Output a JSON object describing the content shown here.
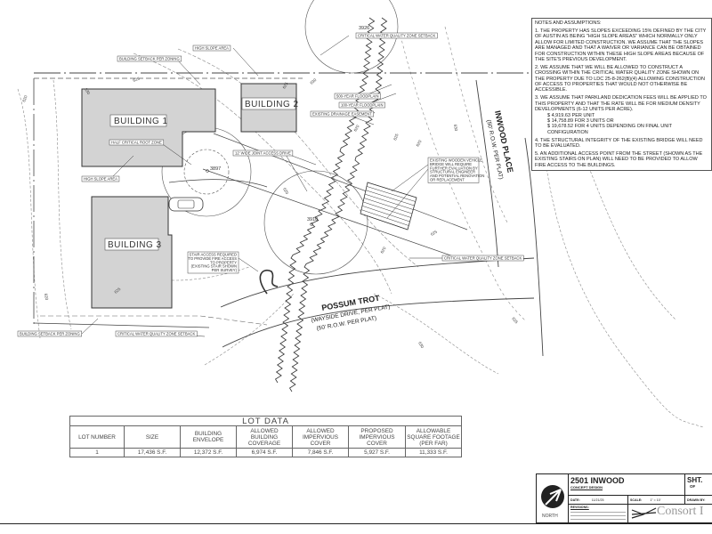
{
  "notes": {
    "title": "NOTES AND ASSUMPTIONS:",
    "items": [
      "1. THE PROPERTY HAS SLOPES EXCEEDING 15% DEFINED BY THE CITY OF AUSTIN AS BEING \"HIGH SLOPE AREAS\" WHICH NORMALLY ONLY ALLOW FOR LIMITED CONSTRUCTION. WE ASSUME THAT THE SLOPES ARE MANAGED AND THAT A WAIVER OR VARIANCE CAN BE OBTAINED FOR CONSTRUCTION WITHIN THESE HIGH SLOPE AREAS BECAUSE OF THE SITE'S PREVIOUS DEVELOPMENT.",
      "2. WE ASSUME THAT WE WILL BE ALLOWED TO CONSTRUCT A CROSSING WITHIN THE CRITICAL WATER QUALITY ZONE SHOWN ON THE PROPERTY DUE TO LDC 25-8-262(B)(4) ALLOWING CONSTRUCTION OF ACCESS TO PROPERTIES THAT WOULD NOT OTHERWISE BE ACCESSIBLE.",
      "3. WE ASSUME THAT PARKLAND DEDICATION FEES WILL BE APPLIED TO THIS PROPERTY AND THAT THE RATE WILL BE FOR MEDIUM DENSITY DEVELOPMENTS (6-12 UNITS PER ACRE).",
      "4. THE STRUCTURAL INTEGRITY OF THE EXISTING BRIDGE WILL NEED TO BE EVALUATED.",
      "5. AN ADDITIONAL ACCESS POINT FROM THE STREET (SHOWN AS THE EXISTING STAIRS ON PLAN) WILL NEED TO BE PROVIDED TO ALLOW FIRE ACCESS TO THE BUILDINGS."
    ],
    "fees": [
      "$ 4,919.63 PER UNIT",
      "$ 14,758.89 FOR 3 UNITS OR",
      "$ 19,678.52 FOR 4 UNITS DEPENDING ON FINAL UNIT CONFIGURATION"
    ]
  },
  "plan": {
    "buildings": [
      "BUILDING 1",
      "BUILDING 2",
      "BUILDING 3"
    ],
    "callouts": {
      "high_slope_top": "HIGH SLOPE AREA",
      "setback_top": "BUILDING SETBACK PER ZONING",
      "cwqz_top": "CRITICAL WATER QUALITY ZONE SETBACK",
      "floodplain_500": "500-YEAR FLOODPLAIN",
      "floodplain_100": "100-YEAR FLOODPLAIN",
      "drainage": "EXISTING DRAINAGE EASEMENT",
      "root_zone": "HALF CRITICAL ROOT ZONE",
      "access_drive": "12' WIDE JOINT ACCESS DRIVE",
      "high_slope_left": "HIGH SLOPE AREA",
      "bridge": [
        "EXISTING WOODEN VEHICLE",
        "BRIDGE WILL REQUIRE",
        "FURTHER EVALUATION BY",
        "STRUCTURAL ENGINEER",
        "AND POTENTIAL RENOVATION",
        "OR REPLACEMENT"
      ],
      "stair": [
        "STAIR ACCESS REQUIRED",
        "TO PROVIDE FIRE ACCESS",
        "TO PROPERTY",
        "(EXISTING STAIR SHOWN",
        "PER SURVEY)"
      ],
      "cwqz_right": "CRITICAL WATER QUALITY ZONE SETBACK",
      "setback_bottom": "BUILDING SETBACK PER ZONING",
      "cwqz_bottom": "CRITICAL WATER QUALITY ZONE SETBACK"
    },
    "trees": [
      "3926",
      "3897",
      "3910"
    ],
    "streets": {
      "inwood": "INWOOD PLACE",
      "inwood_row": "(50' R.O.W. PER PLAT)",
      "possum": "POSSUM TROT",
      "possum_alt": "(WAYSIDE DRIVE, PER PLAT)",
      "possum_row": "(50' R.O.W. PER PLAT)"
    },
    "elevations": [
      "630",
      "625",
      "620",
      "625",
      "630",
      "620",
      "625",
      "620",
      "630",
      "625",
      "620",
      "625",
      "620",
      "630",
      "625",
      "620"
    ]
  },
  "lot_data": {
    "title": "LOT DATA",
    "headers": [
      "LOT NUMBER",
      "SIZE",
      "BUILDING ENVELOPE",
      "ALLOWED BUILDING COVERAGE",
      "ALLOWED IMPERVIOUS COVER",
      "PROPOSED IMPERVIOUS COVER",
      "ALLOWABLE SQUARE FOOTAGE (PER FAR)"
    ],
    "rows": [
      [
        "1",
        "17,436 S.F.",
        "12,372 S.F.",
        "6,974 S.F.",
        "7,846 S.F.",
        "5,927 S.F.",
        "11,333 S.F."
      ]
    ]
  },
  "title_block": {
    "project": "2501 INWOOD",
    "phase": "CONCEPT DESIGN",
    "date_label": "DATE:",
    "date": "11/21/25",
    "scale_label": "SCALE:",
    "scale": "1\" = 10'",
    "drawn_label": "DRAWN BY:",
    "sheet_label": "SHT.",
    "of_label": "OF",
    "revisions_label": "REVISIONS:",
    "north": "NORTH",
    "firm": "Consort I"
  },
  "colors": {
    "building_fill": "#d3d3d3",
    "line": "#333333"
  }
}
